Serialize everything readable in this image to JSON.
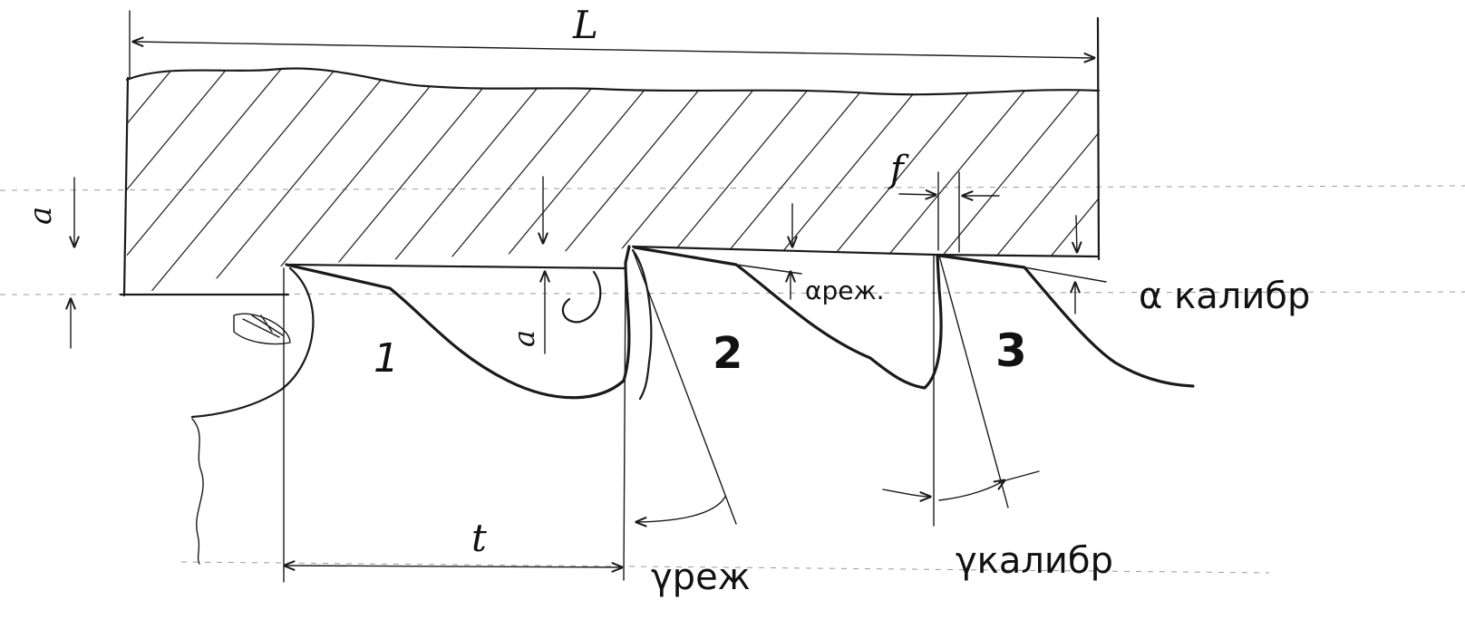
{
  "labels": {
    "length": "L",
    "feed": "f",
    "depth_left": "a",
    "depth_mid": "a",
    "tooth_1": "1",
    "tooth_2": "2",
    "tooth_3": "3",
    "pitch": "t",
    "relief_angle_cut": "αреж.",
    "relief_angle_calib": "α калибр",
    "rake_angle_cut": "γреж",
    "rake_angle_calib": "γкалибр"
  }
}
